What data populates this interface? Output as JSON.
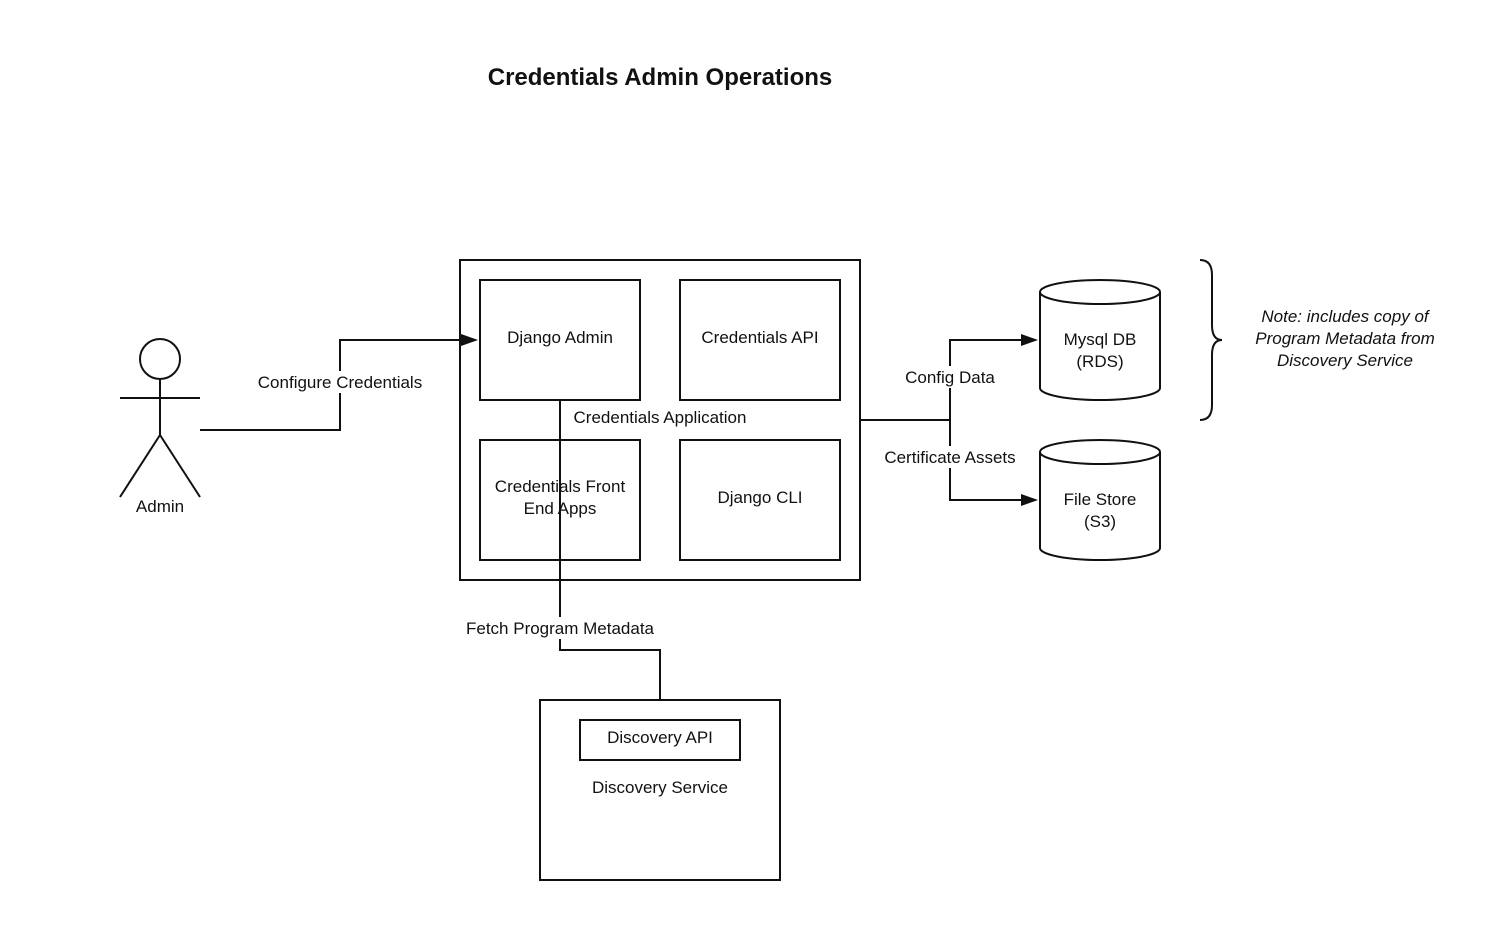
{
  "title": "Credentials Admin Operations",
  "actor": {
    "label": "Admin"
  },
  "credentials_app": {
    "label": "Credentials Application",
    "components": {
      "django_admin": "Django Admin",
      "credentials_api": "Credentials API",
      "front_end_apps": [
        "Credentials Front",
        "End Apps"
      ],
      "django_cli": "Django CLI"
    }
  },
  "discovery": {
    "label": "Discovery Service",
    "api": "Discovery API"
  },
  "stores": {
    "mysql": [
      "Mysql DB",
      "(RDS)"
    ],
    "file_store": [
      "File Store",
      "(S3)"
    ]
  },
  "edges": {
    "configure": "Configure Credentials",
    "config_data": "Config Data",
    "certificate_assets": "Certificate Assets",
    "fetch_metadata": "Fetch Program Metadata"
  },
  "note": [
    "Note: includes copy of",
    "Program Metadata from",
    "Discovery Service"
  ]
}
